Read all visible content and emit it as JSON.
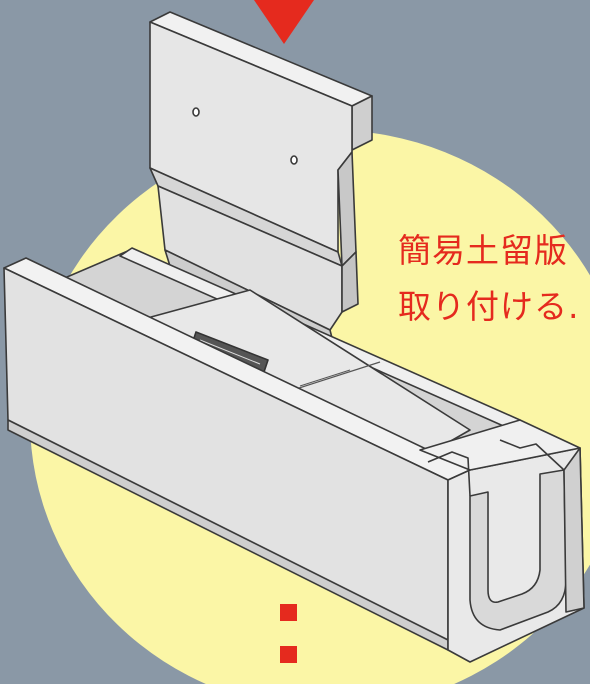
{
  "caption": {
    "line1": "簡易土留版",
    "line2": "取り付ける."
  },
  "colors": {
    "background": "#8a98a6",
    "highlight_circle": "#fbf6a6",
    "concrete": "#e3e3e3",
    "concrete_shadow": "#c9c9c9",
    "outline": "#3a3a3a",
    "accent_red": "#e52a1e"
  },
  "icons": {
    "top_marker": "arrow-down-triangle",
    "bottom_marker": "dashed-vertical-line"
  }
}
